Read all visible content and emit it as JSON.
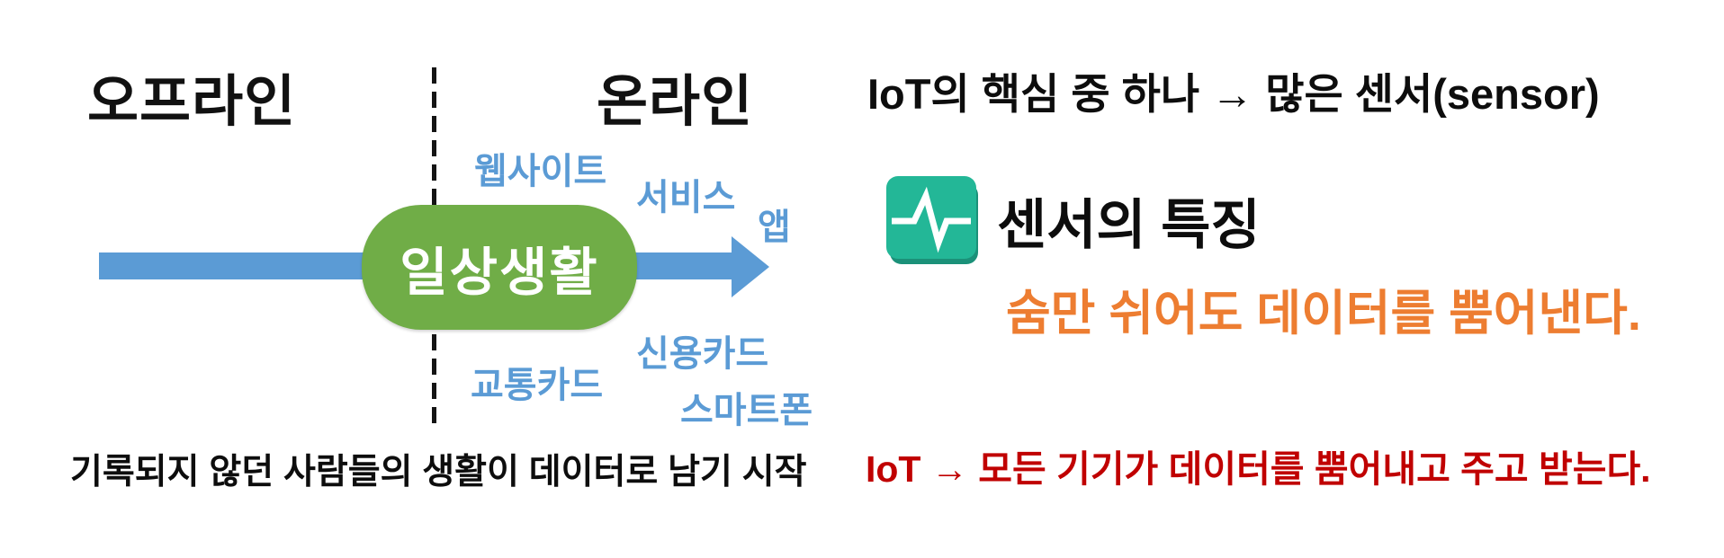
{
  "colors": {
    "arrow_blue": "#5B9BD5",
    "label_blue": "#5B9BD5",
    "box_green": "#70AD47",
    "icon_teal": "#23B797",
    "icon_teal_shadow": "#1B9179",
    "accent_orange": "#ED7D31",
    "accent_dark_red": "#C00000",
    "text_black": "#0d0d0d",
    "white": "#ffffff"
  },
  "left_diagram": {
    "offline_label": "오프라인",
    "online_label": "온라인",
    "center_box_label": "일상생활",
    "online_items": [
      "웹사이트",
      "서비스",
      "앱",
      "신용카드",
      "교통카드",
      "스마트폰"
    ],
    "caption": "기록되지 않던 사람들의 생활이 데이터로 남기 시작"
  },
  "right_panel": {
    "headline": "IoT의 핵심 중 하나 → 많은 센서(sensor)",
    "sensor_section": {
      "icon": "pulse-sensor-icon",
      "title": "센서의 특징",
      "subtitle": "숨만 쉬어도 데이터를 뿜어낸다."
    },
    "footer": "IoT → 모든 기기가 데이터를 뿜어내고 주고 받는다."
  }
}
